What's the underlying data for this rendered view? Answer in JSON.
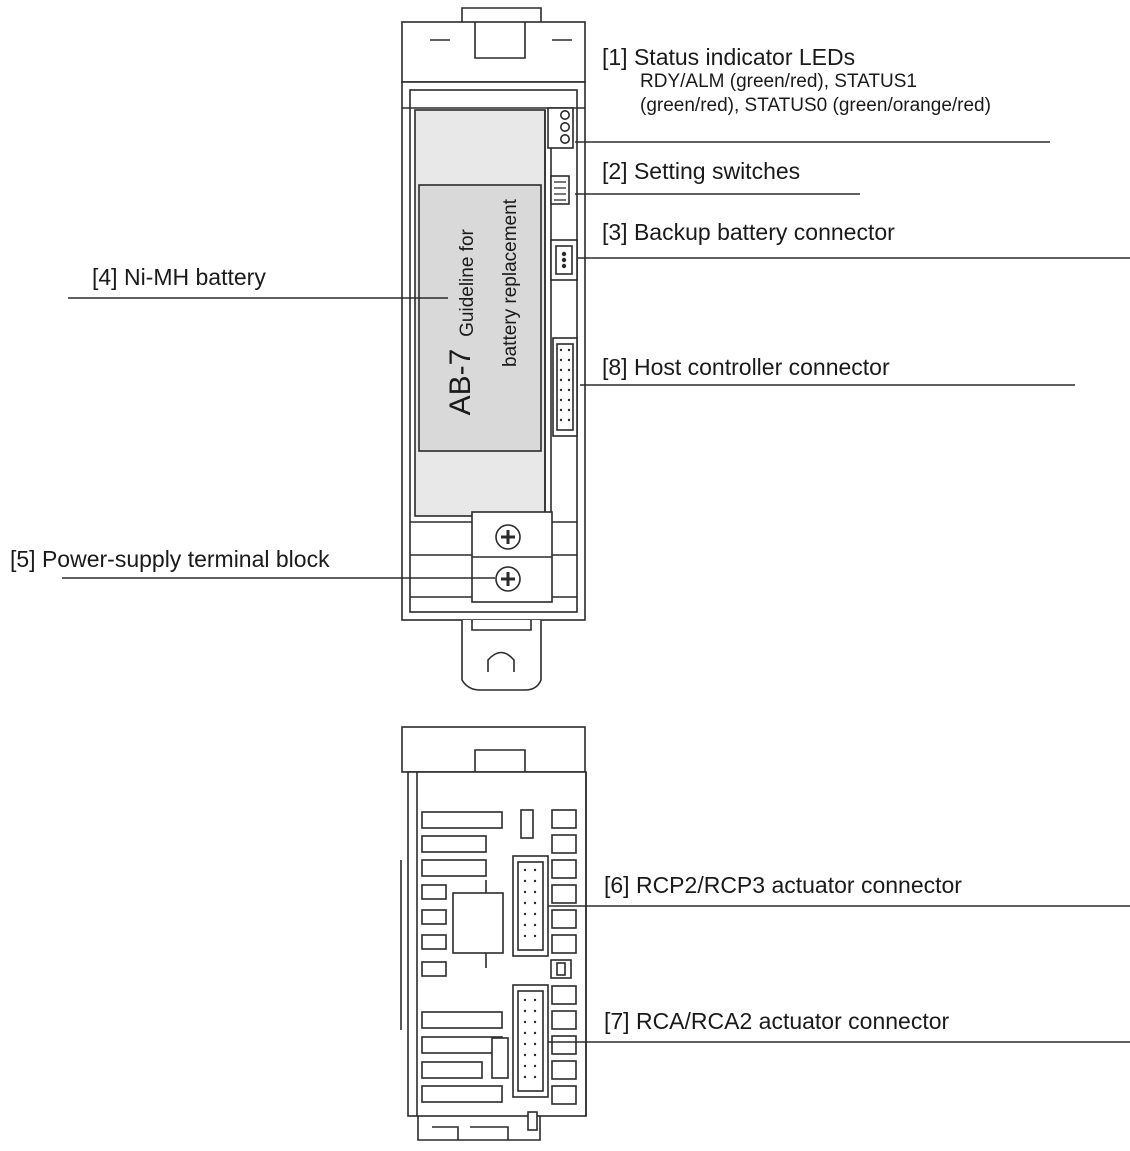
{
  "callouts": {
    "leds": {
      "title": "[1] Status indicator LEDs",
      "detail_line1": "RDY/ALM (green/red), STATUS1",
      "detail_line2": "(green/red), STATUS0 (green/orange/red)"
    },
    "switches": {
      "title": "[2] Setting switches"
    },
    "backup_connector": {
      "title": "[3] Backup battery connector"
    },
    "battery": {
      "title": "[4] Ni-MH battery"
    },
    "power_terminal": {
      "title": "[5] Power-supply terminal block"
    },
    "rcp_connector": {
      "title": "[6] RCP2/RCP3 actuator connector"
    },
    "rca_connector": {
      "title": "[7] RCA/RCA2 actuator connector"
    },
    "host_connector": {
      "title": "[8] Host controller connector"
    }
  },
  "battery_label": {
    "model": "AB-7",
    "guideline_line1": "Guideline for",
    "guideline_line2": "battery replacement"
  },
  "colors": {
    "line": "#2b2b2b",
    "panel": "#e6e6e6",
    "label_area": "#dadada",
    "background": "#ffffff"
  }
}
